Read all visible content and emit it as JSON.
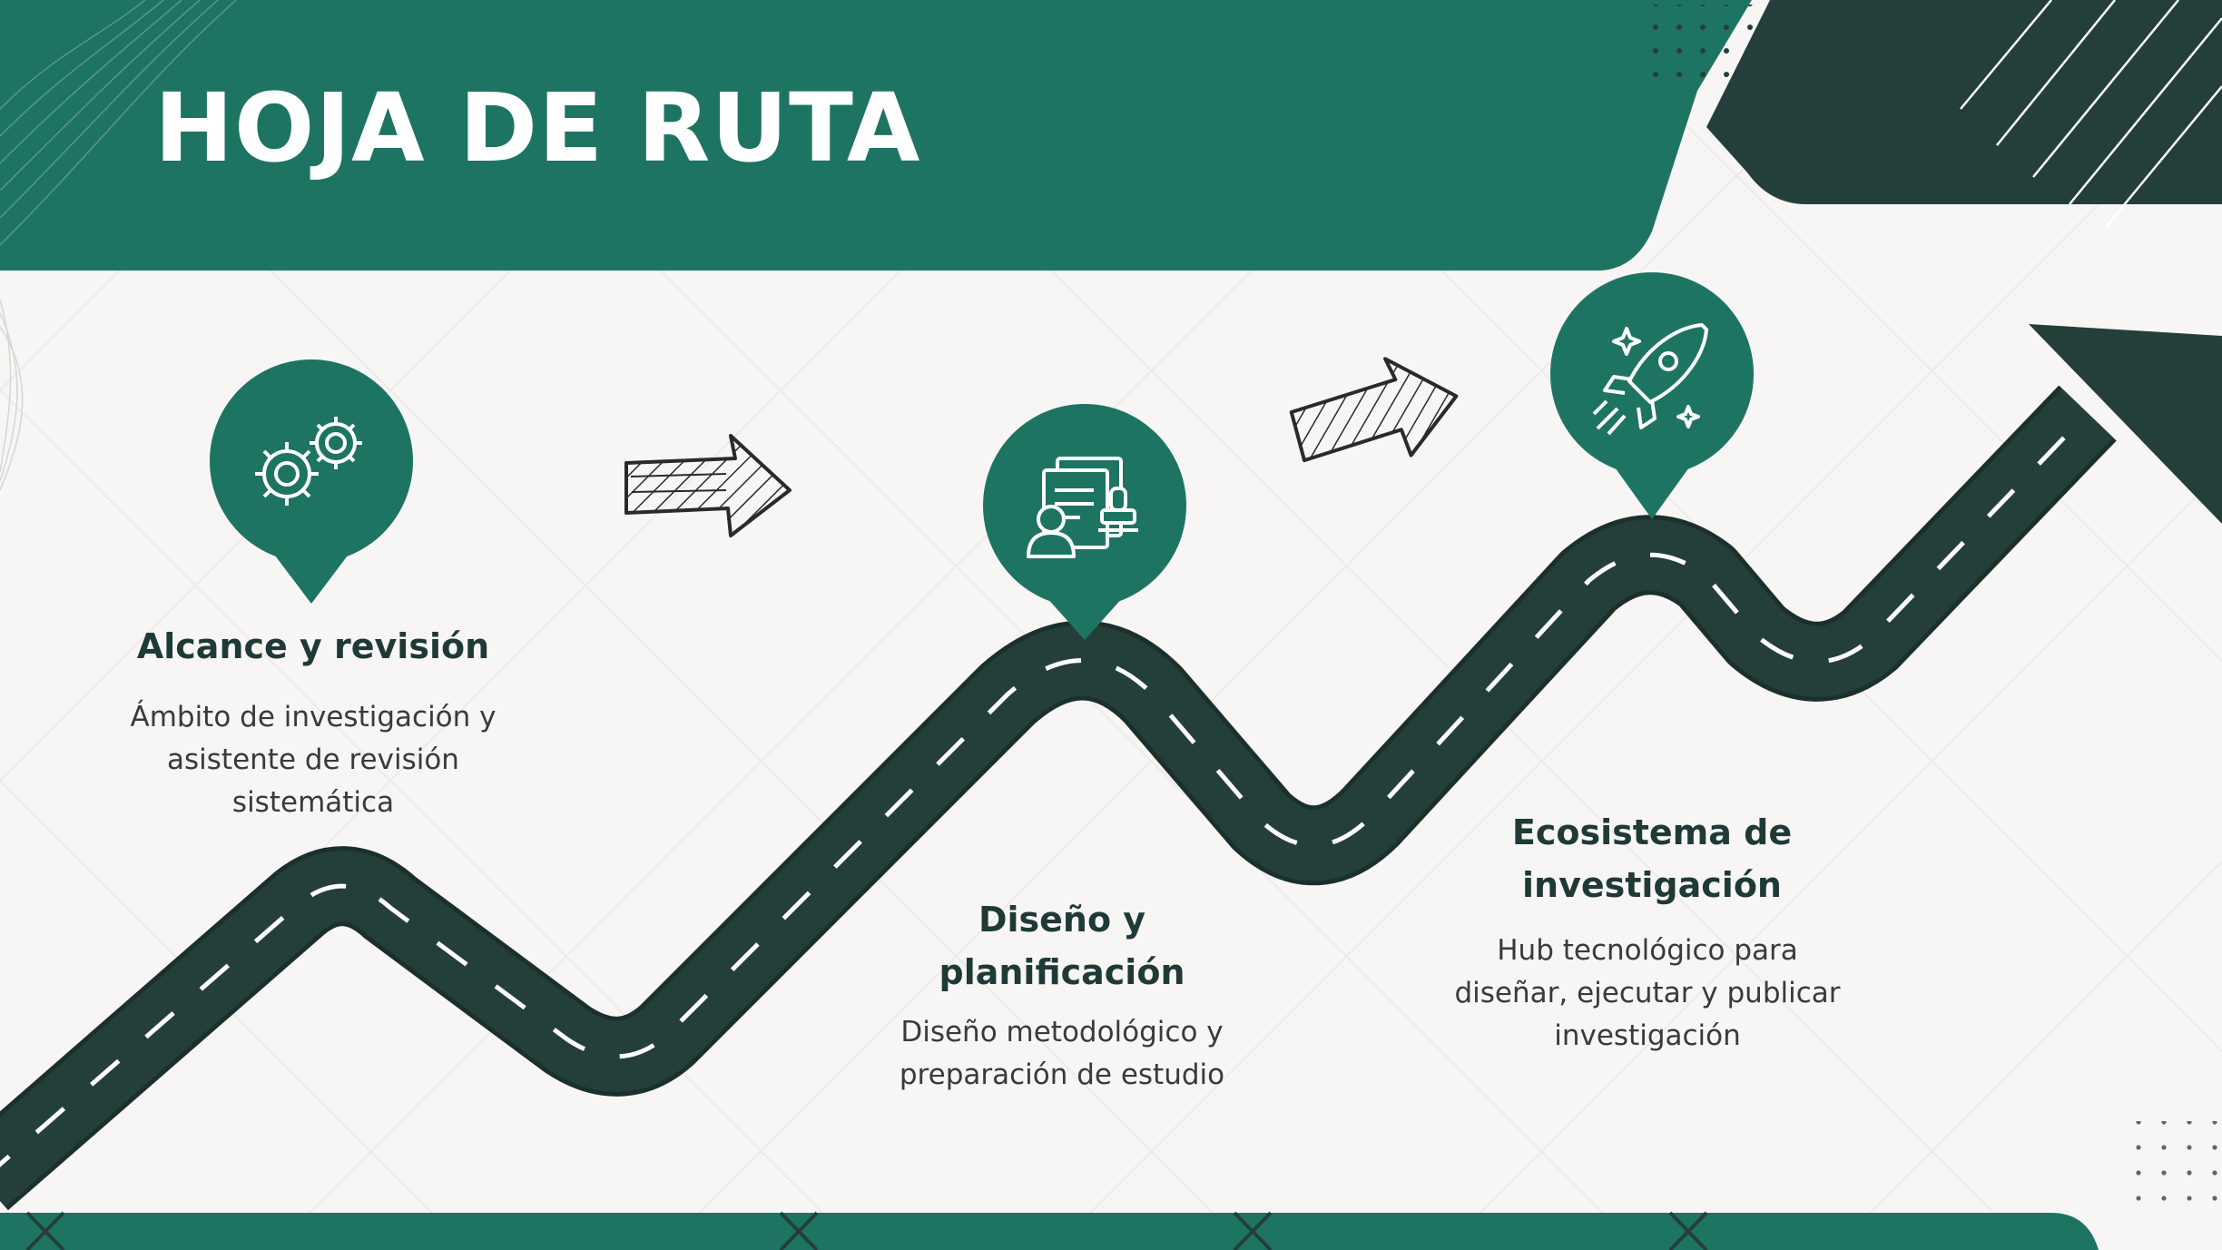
{
  "title": "HOJA DE RUTA",
  "colors": {
    "header": "#1e7462",
    "dark_accent": "#243f3a",
    "road": "#243f3a",
    "road_dash": "#ffffff",
    "pin": "#1e7462",
    "background": "#f7f6f4",
    "text_dark": "#1f3a36",
    "text_body": "#3a3a3a"
  },
  "steps": [
    {
      "icon": "gears-icon",
      "title_lines": [
        "Alcance y revisión"
      ],
      "desc_lines": [
        "Ámbito de investigación y",
        "asistente de revisión",
        "sistemática"
      ]
    },
    {
      "icon": "documents-stamp-icon",
      "title_lines": [
        "Diseño y",
        "planificación"
      ],
      "desc_lines": [
        "Diseño metodológico y",
        "preparación de estudio"
      ]
    },
    {
      "icon": "rocket-icon",
      "title_lines": [
        "Ecosistema de",
        "investigación"
      ],
      "desc_lines": [
        "Hub tecnológico para",
        "diseñar, ejecutar y publicar",
        "investigación"
      ]
    }
  ],
  "decor_icons": [
    "sketch-arrow-icon",
    "sketch-arrow-icon",
    "trend-arrow-head-icon"
  ]
}
